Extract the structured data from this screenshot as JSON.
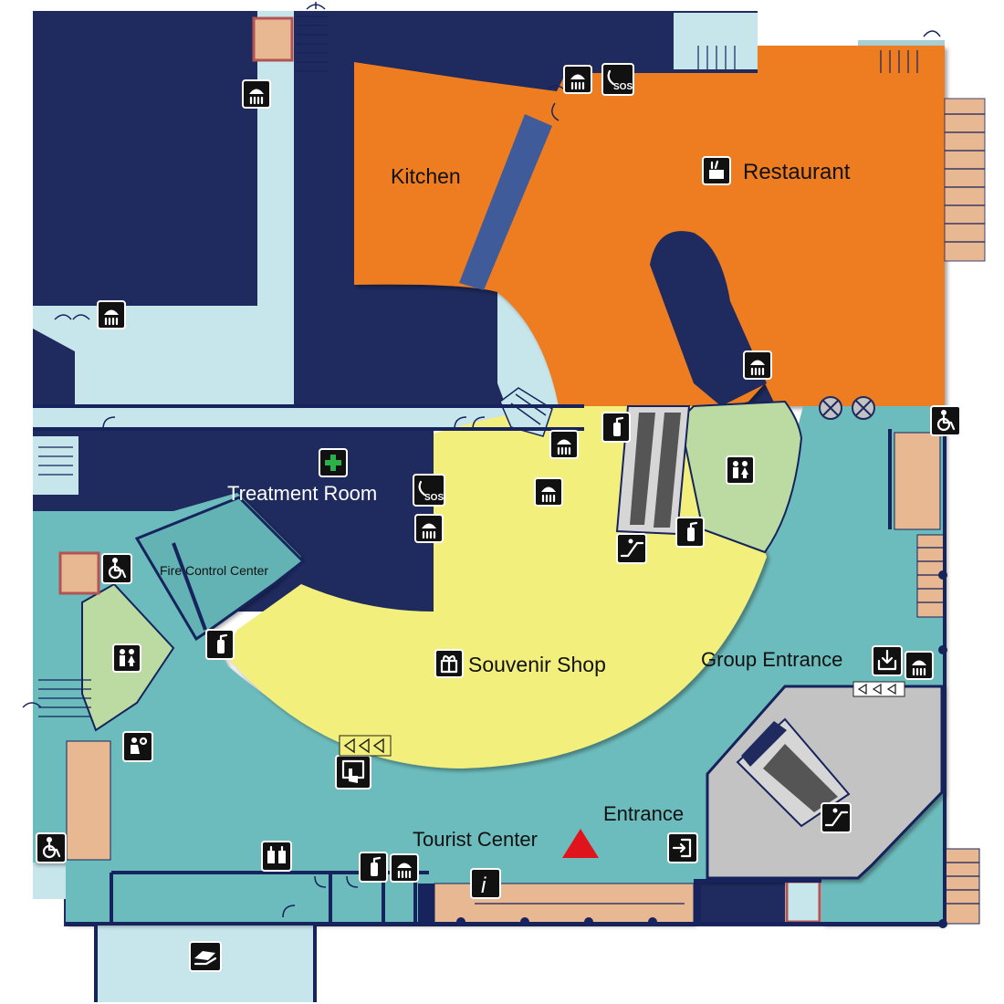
{
  "labels": {
    "kitchen": "Kitchen",
    "restaurant": "Restaurant",
    "treatment_room": "Treatment Room",
    "fire_control_center": "Fire Control Center",
    "souvenir_shop": "Souvenir Shop",
    "group_entrance": "Group Entrance",
    "entrance": "Entrance",
    "tourist_center": "Tourist Center"
  },
  "sign_text": {
    "sos": "SOS",
    "info": "i"
  },
  "colors": {
    "dark_navy": "#1f2a5e",
    "orange": "#ee7d21",
    "yellow": "#f2ef7c",
    "teal": "#6dbcbd",
    "light_blue": "#c6e6ec",
    "light_green": "#bcdba2",
    "gray": "#c3c3c3",
    "tan": "#e8b892",
    "location_marker": "#e0141c"
  },
  "icons": [
    "fire-extinguisher-icon",
    "sos-phone-icon",
    "shower-icon",
    "first-aid-icon",
    "restroom-icon",
    "wheelchair-icon",
    "escalator-icon",
    "exit-icon",
    "info-icon",
    "restaurant-icon",
    "gift-icon",
    "entrance-icon"
  ]
}
